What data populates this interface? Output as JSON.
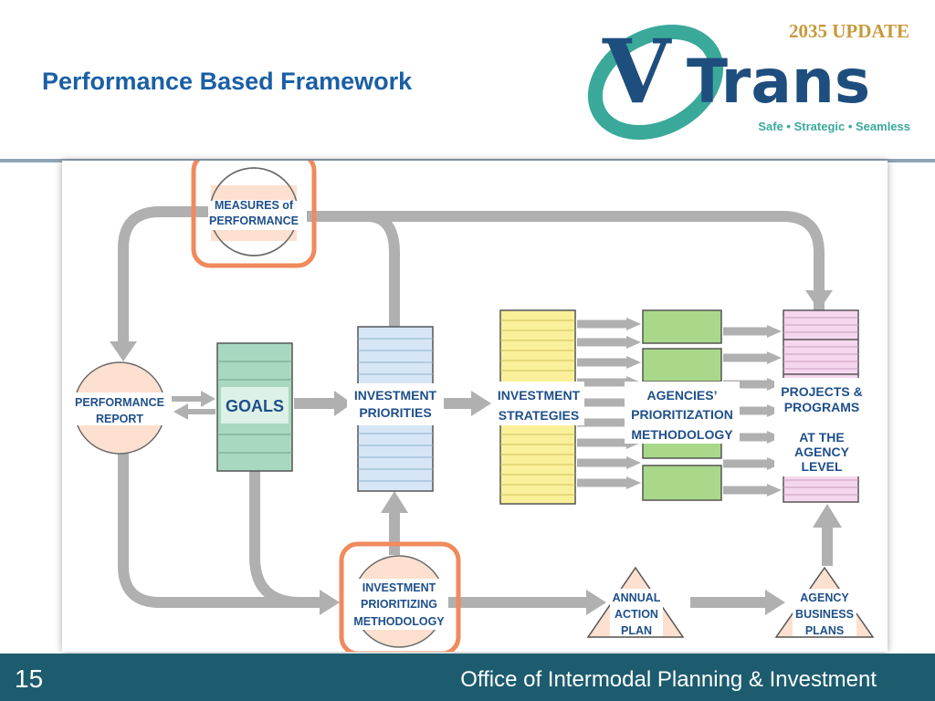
{
  "slide": {
    "title": "Performance Based Framework",
    "page_number": "15",
    "footer_text": "Office of Intermodal Planning & Investment"
  },
  "logo": {
    "edition": "2035 UPDATE",
    "wordmark_v": "V",
    "wordmark_rest": "Trans",
    "tagline": "Safe • Strategic • Seamless"
  },
  "diagram": {
    "measures_line1": "MEASURES of",
    "measures_line2": "PERFORMANCE",
    "perf_report_line1": "PERFORMANCE",
    "perf_report_line2": "REPORT",
    "goals": "GOALS",
    "inv_priorities_line1": "INVESTMENT",
    "inv_priorities_line2": "PRIORITIES",
    "inv_strategies_line1": "INVESTMENT",
    "inv_strategies_line2": "STRATEGIES",
    "agencies_line1": "AGENCIES’",
    "agencies_line2": "PRIORITIZATION",
    "agencies_line3": "METHODOLOGY",
    "projects_line1": "PROJECTS &",
    "projects_line2": "PROGRAMS",
    "projects_line3": "AT THE",
    "projects_line4": "AGENCY",
    "projects_line5": "LEVEL",
    "ipm_line1": "INVESTMENT",
    "ipm_line2": "PRIORITIZING",
    "ipm_line3": "METHODOLOGY",
    "aap_line1": "ANNUAL",
    "aap_line2": "ACTION",
    "aap_line3": "PLAN",
    "abp_line1": "AGENCY",
    "abp_line2": "BUSINESS",
    "abp_line3": "PLANS"
  },
  "colors": {
    "title_blue": "#1a5fa6",
    "footer_teal": "#1d5c6f",
    "highlight_orange": "#f08a5d",
    "arrow_gray": "#b0b0b0",
    "goals_green": "#a8d8c0",
    "priorities_blue": "#d6e6f6",
    "strategies_yellow": "#fbf09a",
    "agencies_green": "#a9d88a",
    "projects_pink": "#f6d6ee",
    "logo_navy": "#1e4e7e",
    "logo_teal": "#3aa99a",
    "logo_gold": "#c69a3d"
  }
}
